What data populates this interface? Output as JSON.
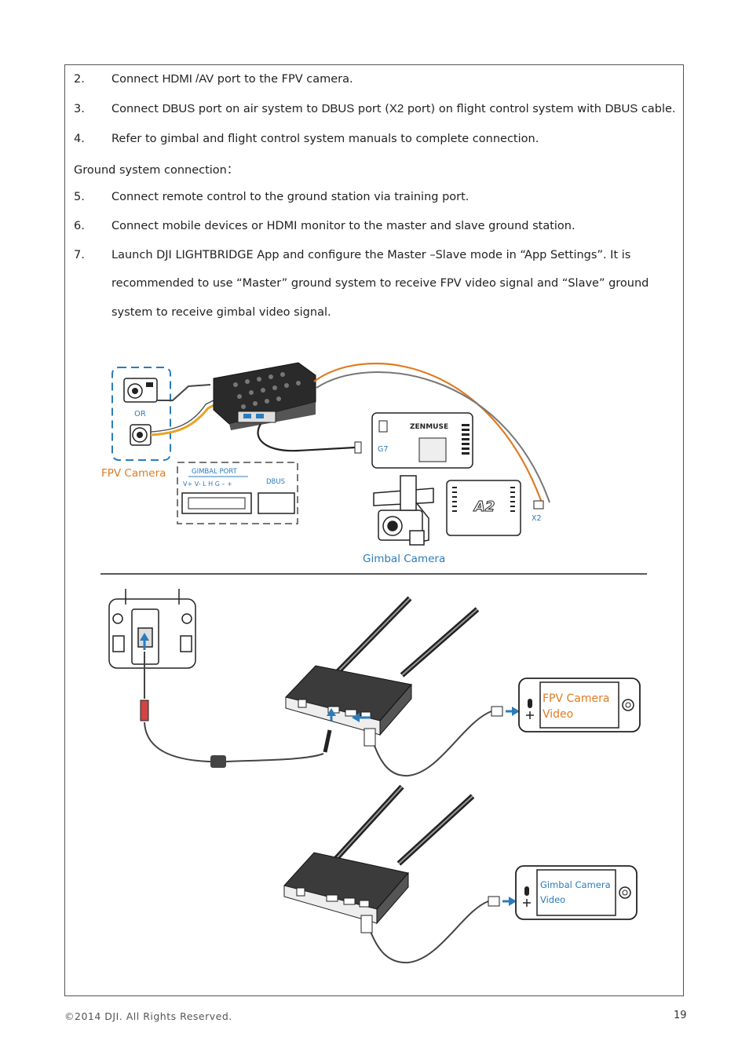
{
  "steps_top": [
    {
      "num": "2.",
      "pre": "Connect ",
      "hl1": "HDMI /AV",
      "post": " port to the FPV camera."
    },
    {
      "num": "3.",
      "pre": "Connect ",
      "hl1": "DBUS",
      "mid1": " port on air system to ",
      "hl2": "DBUS",
      "mid2": " port (",
      "hl3": "X2",
      "mid3": " port) on flight control system with ",
      "hl4": "DBUS",
      "post": " cable."
    },
    {
      "num": "4.",
      "text": "Refer to gimbal and flight control system manuals to complete connection."
    }
  ],
  "ground_heading": "Ground system connection：",
  "steps_ground": [
    {
      "num": "5.",
      "text": "Connect remote control to the ground station via training port."
    },
    {
      "num": "6.",
      "text": "Connect mobile devices or HDMI monitor to the master and slave ground station."
    },
    {
      "num": "7.",
      "text": "Launch DJI LIGHTBRIDGE App and configure the Master –Slave mode in “App Settings”. It is",
      "line2": "recommended to use “Master” ground system to receive FPV video signal and “Slave” ground",
      "line3": "system to receive gimbal video signal."
    }
  ],
  "diagram": {
    "or_label": "OR",
    "fpv_camera": "FPV Camera",
    "gimbal_port": "GIMBAL PORT",
    "gimbal_pins": "V+  V-   L   H   G   –  +",
    "dbus": "DBUS",
    "g7": "G7",
    "zenmuse": "ZENMUSE",
    "a2": "A2",
    "x2": "X2",
    "gimbal_camera": "Gimbal Camera",
    "phone1_line1": "FPV Camera",
    "phone1_line2": "Video",
    "phone2_line1": "Gimbal Camera",
    "phone2_line2": "Video"
  },
  "colors": {
    "orange": "#e07b22",
    "blue": "#2b7bbd"
  },
  "footer": {
    "copyright": "©2014  DJI.  All  Rights  Reserved.",
    "page": "19"
  }
}
